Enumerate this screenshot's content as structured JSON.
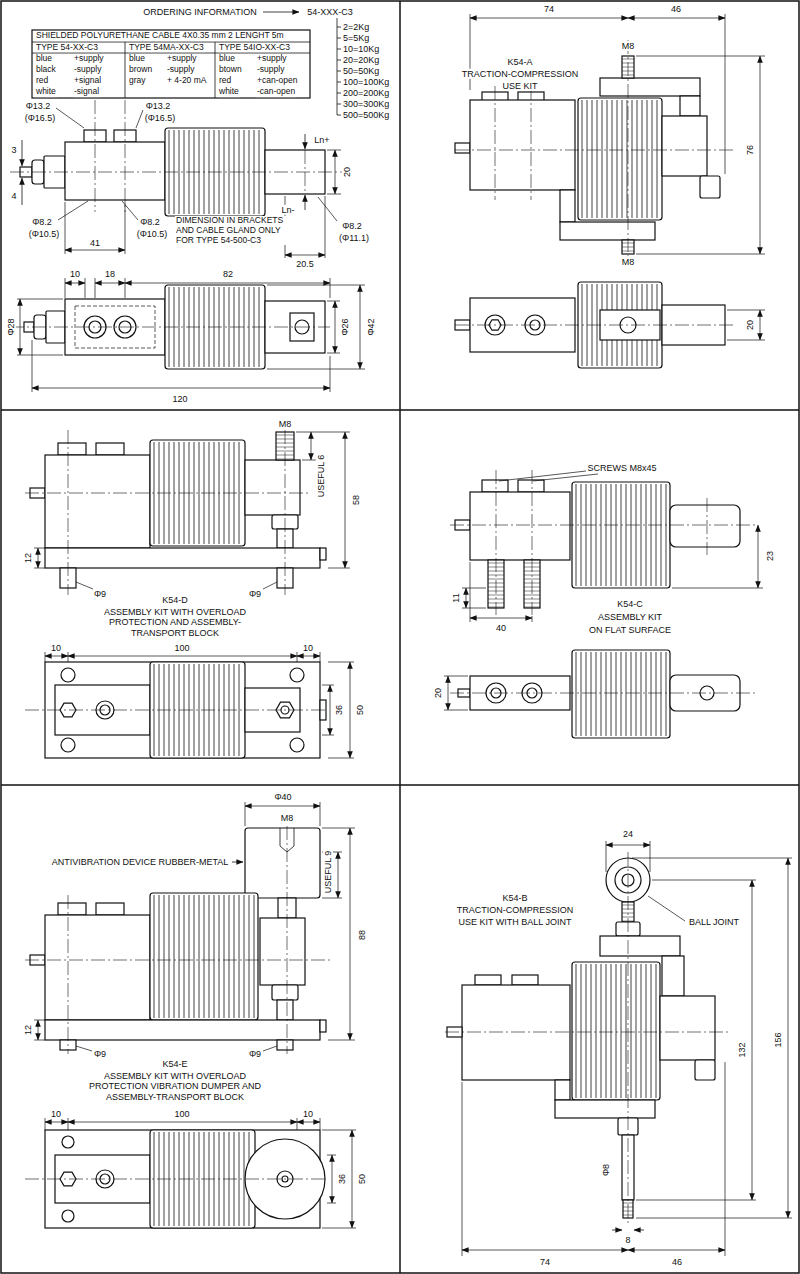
{
  "diagram": {
    "labels": [
      "ORDERING INFORMATION",
      "54-XXX-C3",
      "2=2Kg",
      "5=5Kg",
      "10=10Kg",
      "20=20Kg",
      "50=50Kg",
      "100=100Kg",
      "200=200Kg",
      "300=300Kg",
      "500=500Kg",
      "SHIELDED POLYURETHANE CABLE 4X0.35 mm 2 LENGHT 5m",
      "TYPE 54-XX-C3",
      "TYPE 54MA-XX-C3",
      "TYPE 54IO-XX-C3",
      "blue",
      "+supply",
      "black",
      "-supply",
      "red",
      "+signal",
      "white",
      "-signal",
      "blue",
      "+supply",
      "brown",
      "-supply",
      "gray",
      "+ 4-20 mA",
      "blue",
      "+supply",
      "btown",
      "-supply",
      "red",
      "+can-open",
      "white",
      "-can-open",
      "Φ13.2",
      "(Φ16.5)",
      "Φ13.2",
      "(Φ16.5)",
      "3",
      "4",
      "Ln+",
      "Ln-",
      "20",
      "Φ8.2",
      "(Φ10.5)",
      "Φ8.2",
      "(Φ10.5)",
      "41",
      "DIMENSION IN BRACKETS AND CABLE GLAND ONLY FOR TYPE 54-500-C3",
      "20.5",
      "Φ8.2",
      "(Φ11.1)",
      "10",
      "18",
      "82",
      "Φ28",
      "Φ26",
      "Φ42",
      "120",
      "74",
      "46",
      "K54-A",
      "TRACTION-COMPRESSION",
      "USE KIT",
      "M8",
      "76",
      "M8",
      "20",
      "M8",
      "USEFUL 6",
      "58",
      "12",
      "Φ9",
      "Φ9",
      "K54-D",
      "ASSEMBLY KIT WITH OVERLOAD PROTECTION AND ASSEMBLY-TRANSPORT BLOCK",
      "10",
      "100",
      "10",
      "36",
      "50",
      "SCREWS M8x45",
      "23",
      "11",
      "40",
      "K54-C",
      "ASSEMBLY KIT",
      "ON FLAT SURFACE",
      "20",
      "Φ40",
      "M8",
      "ANTIVIBRATION DEVICE RUBBER-METAL",
      "USEFUL 9",
      "88",
      "12",
      "Φ9",
      "Φ9",
      "K54-E",
      "ASSEMBLY KIT WITH OVERLOAD PROTECTION VIBRATION DUMPER AND ASSEMBLY-TRANSPORT BLOCK",
      "10",
      "100",
      "10",
      "36",
      "50",
      "24",
      "K54-B",
      "TRACTION-COMPRESSION",
      "USE KIT WITH BALL JOINT",
      "BALL JOINT",
      "132",
      "156",
      "Φ8",
      "8",
      "74",
      "46"
    ]
  }
}
